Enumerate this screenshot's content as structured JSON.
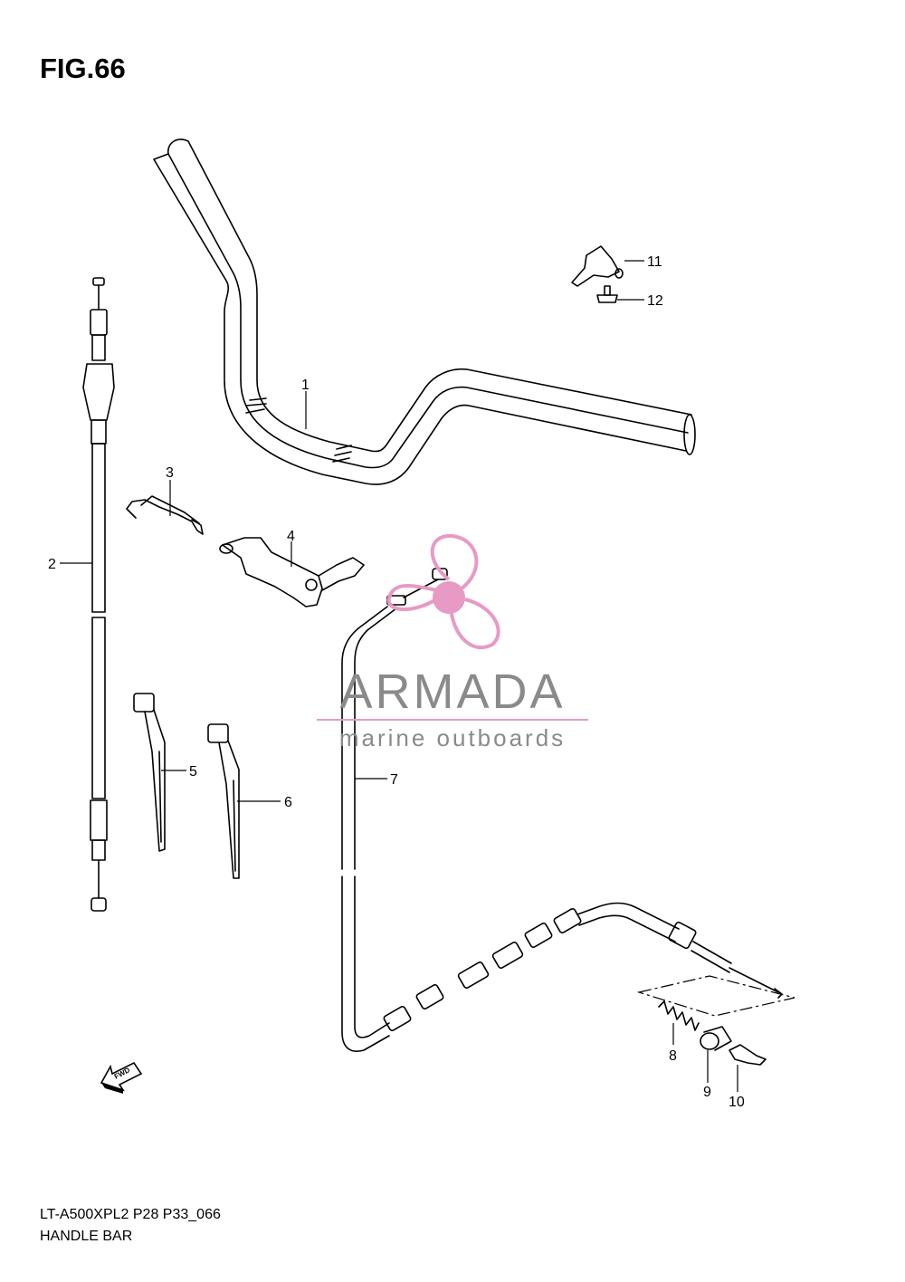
{
  "figure": {
    "title": "FIG.66"
  },
  "callouts": [
    {
      "id": "1",
      "label": "1"
    },
    {
      "id": "2",
      "label": "2"
    },
    {
      "id": "3",
      "label": "3"
    },
    {
      "id": "4",
      "label": "4"
    },
    {
      "id": "5",
      "label": "5"
    },
    {
      "id": "6",
      "label": "6"
    },
    {
      "id": "7",
      "label": "7"
    },
    {
      "id": "8",
      "label": "8"
    },
    {
      "id": "9",
      "label": "9"
    },
    {
      "id": "10",
      "label": "10"
    },
    {
      "id": "11",
      "label": "11"
    },
    {
      "id": "12",
      "label": "12"
    }
  ],
  "fwd_arrow": {
    "label": "FWD"
  },
  "watermark": {
    "brand": "ARMADA",
    "tagline": "marine outboards",
    "colors": {
      "logo": "#e79ac4",
      "text": "#8a8a8a"
    }
  },
  "footer": {
    "code": "LT-A500XPL2 P28 P33_066",
    "name": "HANDLE BAR"
  }
}
